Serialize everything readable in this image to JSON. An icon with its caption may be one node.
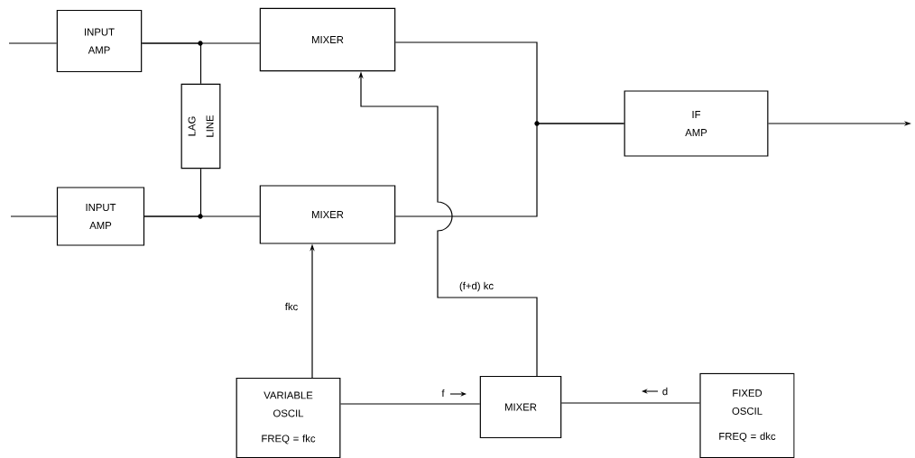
{
  "diagram": {
    "nodes": [
      {
        "text": [
          "INPUT AMP"
        ]
      },
      {
        "text": [
          "MIXER"
        ]
      },
      {
        "text": [
          "LAG LINE"
        ]
      },
      {
        "text": [
          "INPUT AMP"
        ]
      },
      {
        "text": [
          "MIXER"
        ]
      },
      {
        "text": [
          "IF AMP"
        ]
      },
      {
        "text": [
          "VARIABLE OSCIL",
          "FREQ = fkc"
        ]
      },
      {
        "text": [
          "MIXER"
        ]
      },
      {
        "text": [
          "FIXED OSCIL",
          "FREQ = dkc"
        ]
      }
    ],
    "edges": [
      {
        "from": null,
        "to": 0,
        "arrow": "none"
      },
      {
        "from": null,
        "to": 3,
        "arrow": "none"
      },
      {
        "from": 0,
        "to": 1,
        "arrow": "none"
      },
      {
        "from": 3,
        "to": 4,
        "arrow": "none"
      },
      {
        "from": 0,
        "to": 2,
        "arrow": "none"
      },
      {
        "from": 3,
        "to": 2,
        "arrow": "none"
      },
      {
        "from": 1,
        "to": 5,
        "arrow": "none"
      },
      {
        "from": 4,
        "to": 5,
        "arrow": "none"
      },
      {
        "from": 5,
        "to": null,
        "arrow": "to"
      },
      {
        "from": 6,
        "to": 4,
        "arrow": "to",
        "label": "fkc"
      },
      {
        "from": 7,
        "to": 1,
        "arrow": "to",
        "label": "(f+d) kc"
      },
      {
        "from": 6,
        "to": 7,
        "arrow": "none",
        "label": "f"
      },
      {
        "from": 8,
        "to": 7,
        "arrow": "none",
        "label": "d"
      }
    ]
  }
}
